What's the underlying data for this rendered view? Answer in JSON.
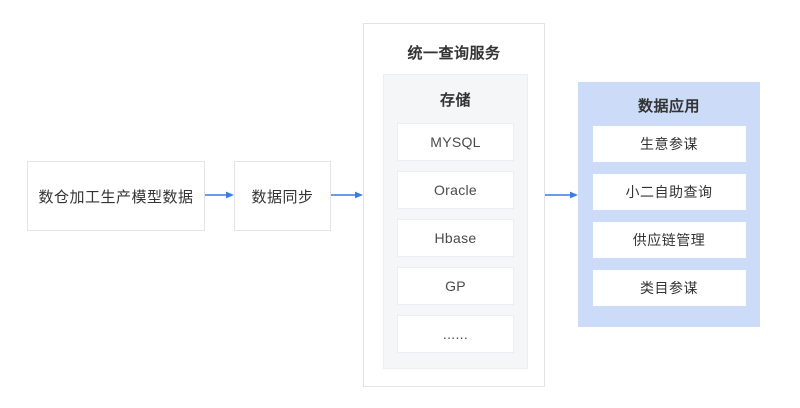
{
  "nodes": {
    "source": {
      "label": "数仓加工生产模型数据"
    },
    "sync": {
      "label": "数据同步"
    }
  },
  "query_service": {
    "title": "统一查询服务",
    "storage": {
      "title": "存储",
      "items": [
        "MYSQL",
        "Oracle",
        "Hbase",
        "GP",
        "......"
      ]
    }
  },
  "applications": {
    "title": "数据应用",
    "items": [
      "生意参谋",
      "小二自助查询",
      "供应链管理",
      "类目参谋"
    ]
  },
  "colors": {
    "arrow_color": "#3b7ce0",
    "apps_panel_bg": "#ccdcf8",
    "storage_panel_bg": "#f5f6f7",
    "box_border": "#e1e3e7",
    "text_color": "#333333"
  }
}
